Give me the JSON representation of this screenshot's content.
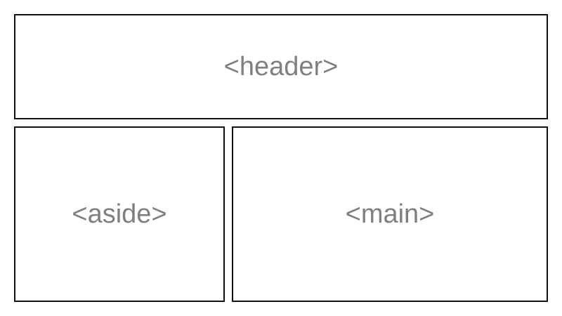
{
  "regions": {
    "header": {
      "label": "<header>"
    },
    "aside": {
      "label": "<aside>"
    },
    "main": {
      "label": "<main>"
    }
  },
  "colors": {
    "border": "#111111",
    "label": "#808080",
    "background": "#ffffff"
  }
}
